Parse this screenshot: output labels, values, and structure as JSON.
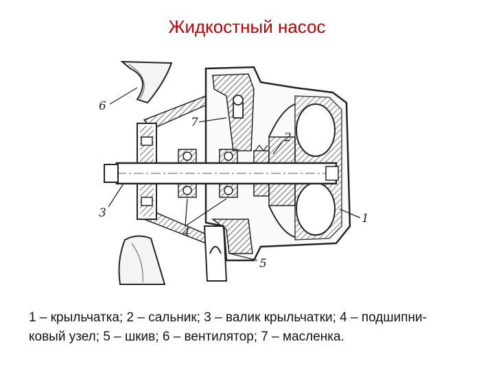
{
  "slide": {
    "title": "Жидкостный насос",
    "title_color": "#c00000"
  },
  "diagram": {
    "callouts": [
      {
        "number": "1",
        "part": "крыльчатка"
      },
      {
        "number": "2",
        "part": "сальник"
      },
      {
        "number": "3",
        "part": "валик крыльчатки"
      },
      {
        "number": "4",
        "part": "подшипниковый узел"
      },
      {
        "number": "5",
        "part": "шкив"
      },
      {
        "number": "6",
        "part": "вентилятор"
      },
      {
        "number": "7",
        "part": "масленка"
      }
    ]
  },
  "caption": {
    "line1": "1 – крыльчатка; 2 – сальник; 3 – валик крыльчатки; 4 – подшипни-",
    "line2": "ковый узел; 5 – шкив; 6 – вентилятор; 7 – масленка."
  }
}
